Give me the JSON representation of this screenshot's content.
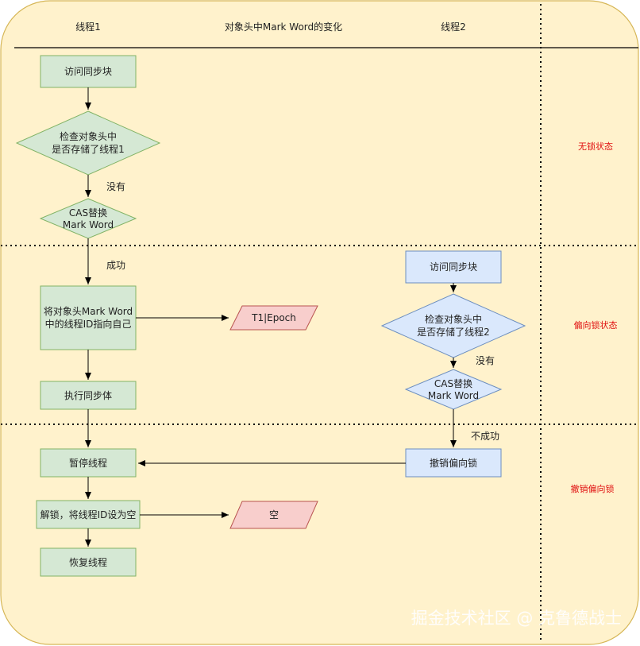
{
  "header": {
    "thread1": "线程1",
    "center": "对象头中Mark Word的变化",
    "thread2": "线程2"
  },
  "zones": {
    "unlocked": "无锁状态",
    "biased": "偏向锁状态",
    "revoke": "撤销偏向锁"
  },
  "thread1_flow": {
    "access_sync": "访问同步块",
    "check_line1": "检查对象头中",
    "check_line2": "是否存储了线程1",
    "no_label": "没有",
    "cas_line1": "CAS替换",
    "cas_line2": "Mark Word",
    "success_label": "成功",
    "point_line1": "将对象头Mark Word",
    "point_line2": "中的线程ID指向自己",
    "epoch_value": "T1|Epoch",
    "exec_sync": "执行同步体",
    "pause_thread": "暂停线程",
    "unlock": "解锁，将线程ID设为空",
    "empty_value": "空",
    "resume_thread": "恢复线程"
  },
  "thread2_flow": {
    "access_sync": "访问同步块",
    "check_line1": "检查对象头中",
    "check_line2": "是否存储了线程2",
    "no_label": "没有",
    "cas_line1": "CAS替换",
    "cas_line2": "Mark Word",
    "fail_label": "不成功",
    "revoke_bias": "撤销偏向锁"
  },
  "watermark": "掘金技术社区 @ 克鲁德战士",
  "colors": {
    "background": "#fff2cc",
    "border": "#d6b656",
    "green_fill": "#d5e8d4",
    "green_stroke": "#82b366",
    "blue_fill": "#dae8fc",
    "blue_stroke": "#6c8ebf",
    "red_fill": "#f8cecc",
    "red_stroke": "#b85450",
    "zone_label": "#e01010"
  }
}
